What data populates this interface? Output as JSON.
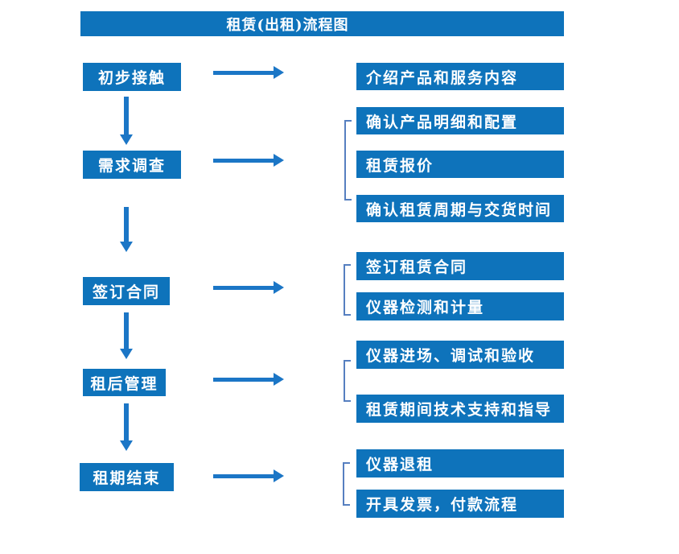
{
  "title": "租赁(出租)流程图",
  "colors": {
    "primary": "#0e73bb",
    "arrow": "#1b76c6",
    "bracket": "#567fc0"
  },
  "flow": {
    "steps": [
      {
        "label": "初步接触"
      },
      {
        "label": "需求调查"
      },
      {
        "label": "签订合同"
      },
      {
        "label": "租后管理"
      },
      {
        "label": "租期结束"
      }
    ],
    "details": [
      {
        "label": "介绍产品和服务内容"
      },
      {
        "label": "确认产品明细和配置"
      },
      {
        "label": "租赁报价"
      },
      {
        "label": "确认租赁周期与交货时间"
      },
      {
        "label": "签订租赁合同"
      },
      {
        "label": "仪器检测和计量"
      },
      {
        "label": "仪器进场、调试和验收"
      },
      {
        "label": "租赁期间技术支持和指导"
      },
      {
        "label": "仪器退租"
      },
      {
        "label": "开具发票，付款流程"
      }
    ],
    "step_detail_map": [
      [
        0
      ],
      [
        1,
        2,
        3
      ],
      [
        4,
        5
      ],
      [
        6,
        7
      ],
      [
        8,
        9
      ]
    ]
  }
}
